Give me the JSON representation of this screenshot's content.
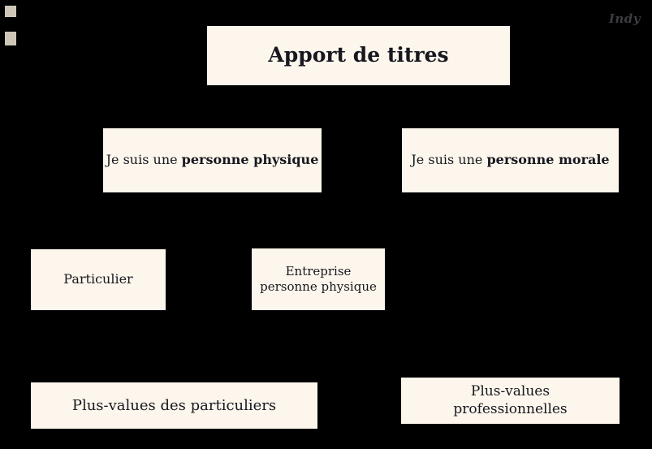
{
  "page": {
    "background": "#000000",
    "logo_text": "Indy"
  },
  "colors": {
    "box_background": "#fdf6ec",
    "text": "#17171f",
    "logo": "#3c3c42"
  },
  "diagram": {
    "title": "Apport de titres",
    "nodes": {
      "personne_physique": {
        "prefix": "Je suis une ",
        "emphasis": "personne physique"
      },
      "personne_morale": {
        "prefix": "Je suis une ",
        "emphasis": "personne morale"
      },
      "particulier": {
        "label": "Particulier"
      },
      "entreprise": {
        "line1": "Entreprise",
        "line2": "personne physique"
      },
      "pv_particuliers": {
        "label": "Plus-values des particuliers"
      },
      "pv_professionnelles": {
        "line1": "Plus-values",
        "line2": "professionnelles"
      }
    }
  }
}
